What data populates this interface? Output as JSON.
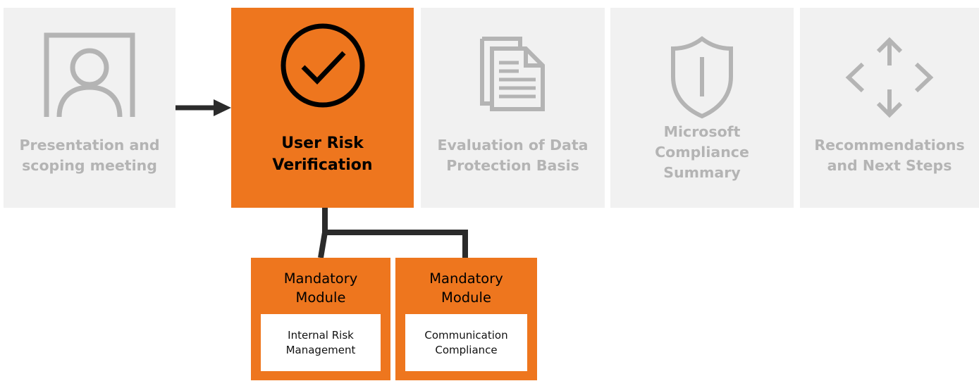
{
  "steps": [
    {
      "label": "Presentation and\nscoping meeting",
      "icon": "person-icon",
      "active": false
    },
    {
      "label": "User Risk\nVerification",
      "icon": "checkmark-circle-icon",
      "active": true
    },
    {
      "label": "Evaluation of Data\nProtection Basis",
      "icon": "documents-icon",
      "active": false
    },
    {
      "label": "Microsoft\nCompliance\nSummary",
      "icon": "shield-icon",
      "active": false
    },
    {
      "label": "Recommendations\nand Next Steps",
      "icon": "move-arrows-icon",
      "active": false
    }
  ],
  "modules": [
    {
      "title": "Mandatory\nModule",
      "body": "Internal Risk\nManagement"
    },
    {
      "title": "Mandatory\nModule",
      "body": "Communication\nCompliance"
    }
  ],
  "colors": {
    "accent": "#ee761e",
    "inactive_bg": "#f1f1f1",
    "inactive_text": "#b4b4b4",
    "connector": "#2b2b2b"
  }
}
